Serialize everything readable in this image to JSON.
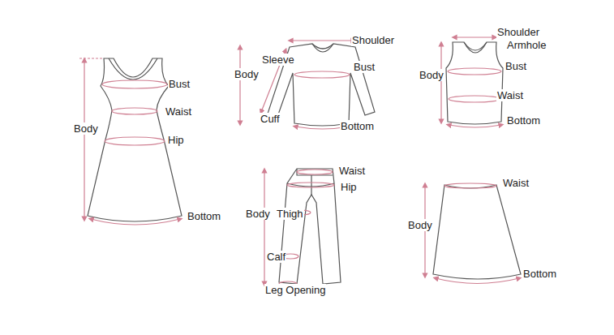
{
  "diagram": {
    "labels": [
      "Bust",
      "Waist",
      "Hip",
      "Body",
      "Bottom",
      "Shoulder",
      "Sleeve",
      "Body",
      "Bust",
      "Cuff",
      "Bottom",
      "Shoulder",
      "Armhole",
      "Body",
      "Bust",
      "Waist",
      "Bottom",
      "Waist",
      "Hip",
      "Body",
      "Thigh",
      "Calf",
      "Leg Opening",
      "Waist",
      "Body",
      "Bottom"
    ]
  }
}
